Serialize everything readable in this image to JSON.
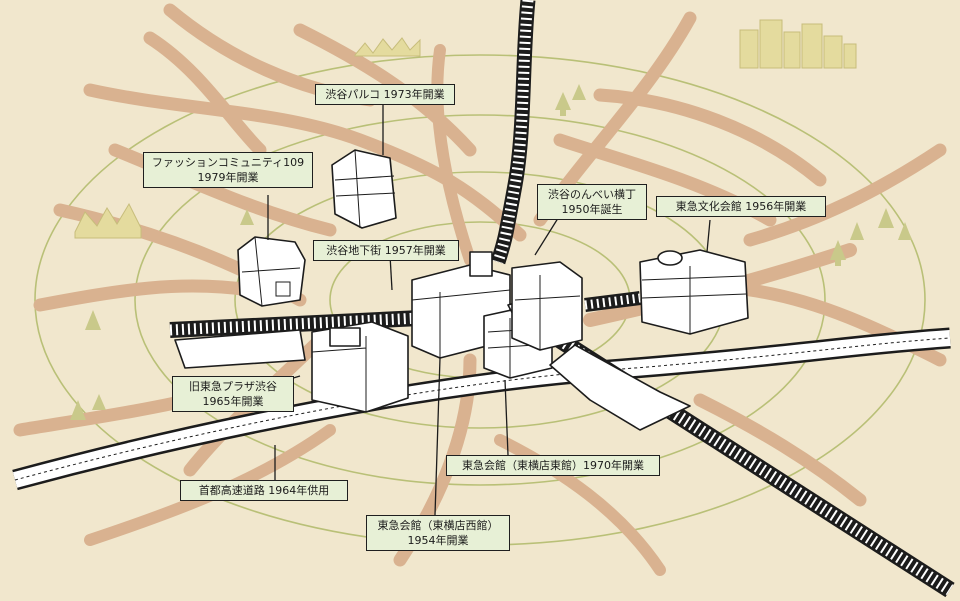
{
  "map": {
    "colors": {
      "background": "#f1e7cd",
      "road": "#d9b290",
      "ring": "#b9c077",
      "label_fill": "#e7f0d6",
      "tree": "#c9c98a",
      "skyline": "#e4db9e"
    }
  },
  "labels": {
    "parco": {
      "line1": "渋谷パルコ 1973年開業"
    },
    "fashion109": {
      "line1": "ファッションコミュニティ109",
      "line2": "1979年開業"
    },
    "nonbei": {
      "line1": "渋谷のんべい横丁",
      "line2": "1950年誕生"
    },
    "bunka_kaikan": {
      "line1": "東急文化会館 1956年開業"
    },
    "chikagai": {
      "line1": "渋谷地下街 1957年開業"
    },
    "plaza": {
      "line1": "旧東急プラザ渋谷",
      "line2": "1965年開業"
    },
    "kaikan_east": {
      "line1": "東急会館（東横店東館）1970年開業"
    },
    "expressway": {
      "line1": "首都高速道路 1964年供用"
    },
    "kaikan_west": {
      "line1": "東急会館（東横店西館）",
      "line2": "1954年開業"
    }
  }
}
